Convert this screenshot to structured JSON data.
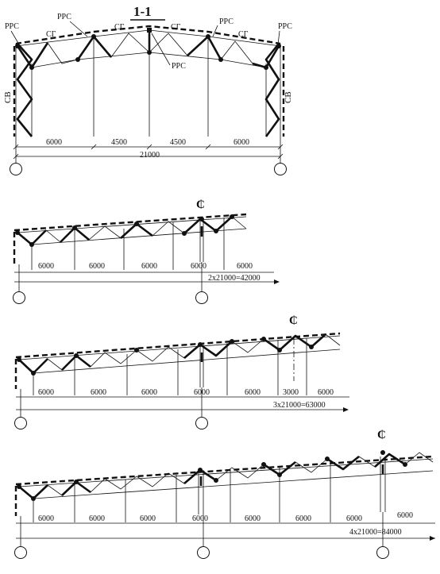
{
  "section": {
    "title": "1-1",
    "labels": {
      "rrs": "РРС",
      "sg": "СГ",
      "sv": "СВ"
    },
    "spans": [
      "6000",
      "4500",
      "4500",
      "6000"
    ],
    "total": "21000"
  },
  "schemes": [
    {
      "spans": [
        "6000",
        "6000",
        "6000",
        "6000",
        "6000"
      ],
      "total": "2x21000=42000",
      "axis_symbol": "₵"
    },
    {
      "spans": [
        "6000",
        "6000",
        "6000",
        "6000",
        "6000",
        "3000",
        "6000"
      ],
      "total": "3x21000=63000",
      "axis_symbol": "₵"
    },
    {
      "spans": [
        "6000",
        "6000",
        "6000",
        "6000",
        "6000",
        "6000",
        "6000",
        "6000"
      ],
      "total": "4x21000=84000",
      "axis_symbol": "₵"
    }
  ]
}
